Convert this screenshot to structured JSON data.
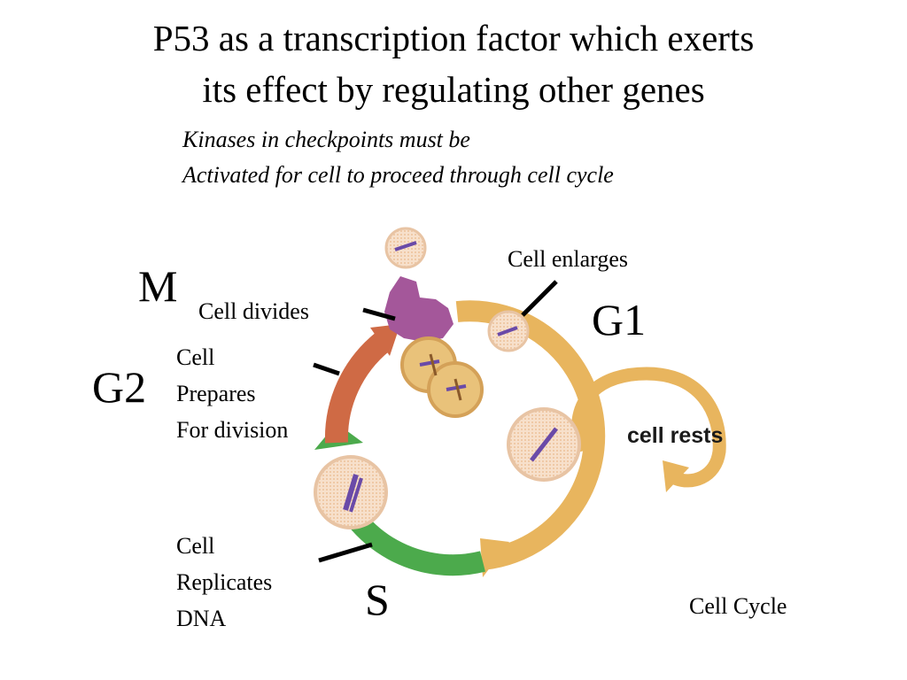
{
  "title": {
    "line1": "P53 as a transcription factor which exerts",
    "line2": "its effect by regulating other genes"
  },
  "subtitle": {
    "line1": "Kinases in checkpoints must be",
    "line2": "Activated for cell to proceed through cell cycle"
  },
  "phases": {
    "m": "M",
    "g1": "G1",
    "g2": "G2",
    "s": "S"
  },
  "labels": {
    "cell_enlarges": "Cell enlarges",
    "cell_divides": "Cell divides",
    "g2_desc": [
      "Cell",
      "Prepares",
      "For division"
    ],
    "s_desc": [
      "Cell",
      "Replicates",
      "DNA"
    ],
    "cell_rests": "cell rests",
    "cell_cycle": "Cell Cycle"
  },
  "colors": {
    "g1": "#e8b55e",
    "g2": "#cf6a45",
    "s": "#4caa4c",
    "m": "#a4579a",
    "cell_fill": "#f6dcc6",
    "chromosome": "#6a4aa8"
  }
}
